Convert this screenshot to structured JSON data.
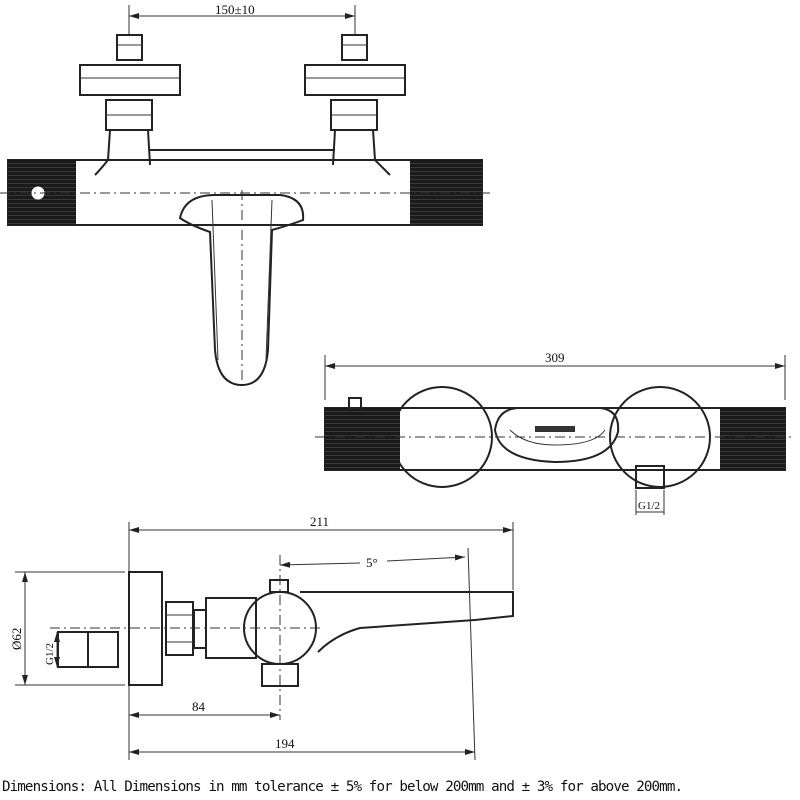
{
  "top_view": {
    "dim_inlet_spacing": "150±10"
  },
  "front_view": {
    "dim_length": "309",
    "dim_outlet_thread": "G1/2"
  },
  "side_view": {
    "dim_projection": "211",
    "dim_angle": "5°",
    "dim_flange_diameter": "Ø62",
    "dim_inlet_thread": "G1/2",
    "dim_centre": "84",
    "dim_spout": "194"
  },
  "caption": "Dimensions: All Dimensions in mm tolerance ± 5% for below 200mm and ± 3% for above 200mm."
}
